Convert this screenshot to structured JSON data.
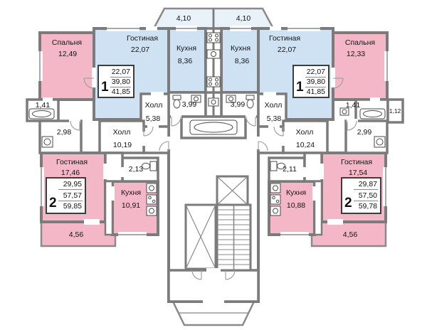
{
  "colors": {
    "wall": "#7b7b7b",
    "apartment_2room_fill": "#f4b7c7",
    "apartment_1room_fill": "#cfe2f3",
    "balcony_fill": "#e9f1f9",
    "common_fill": "#ffffff"
  },
  "balconies": {
    "top_left": "4,10",
    "top_right": "4,10",
    "bottom_left": "4,56",
    "bottom_right": "4,56"
  },
  "left": {
    "bedroom": {
      "name": "Спальня",
      "area": "12,49"
    },
    "living_1": {
      "name": "Гостиная",
      "area": "22,07"
    },
    "kitchen_1": {
      "name": "Кухня",
      "area": "8,36"
    },
    "bathroom_1": {
      "area": "3,99"
    },
    "hall_1": {
      "name": "Холл",
      "area": "5,38"
    },
    "bath_small": {
      "area": "1,41"
    },
    "wc": {
      "area": "2,98"
    },
    "hall_2": {
      "name": "Холл",
      "area": "10,19"
    },
    "living_2": {
      "name": "Гостиная",
      "area": "17,46"
    },
    "wc_2": {
      "area": "2,13"
    },
    "kitchen_2": {
      "name": "Кухня",
      "area": "10,91"
    },
    "apt1": {
      "rooms": "1",
      "living": "22,07",
      "usable": "39,80",
      "total": "41,85"
    },
    "apt2": {
      "rooms": "2",
      "living": "29,95",
      "usable": "57,57",
      "total": "59,85"
    }
  },
  "right": {
    "bedroom": {
      "name": "Спальня",
      "area": "12,33"
    },
    "living_1": {
      "name": "Гостиная",
      "area": "22,07"
    },
    "kitchen_1": {
      "name": "Кухня",
      "area": "8,36"
    },
    "bathroom_1": {
      "area": "3,99"
    },
    "hall_1": {
      "name": "Холл",
      "area": "5,38"
    },
    "bath_small": {
      "area": "1,41"
    },
    "loggia": {
      "area": "1,12"
    },
    "wc": {
      "area": "2,99"
    },
    "hall_2": {
      "name": "Холл",
      "area": "10,24"
    },
    "living_2": {
      "name": "Гостиная",
      "area": "17,54"
    },
    "wc_2": {
      "area": "2,11"
    },
    "kitchen_2": {
      "name": "Кухня",
      "area": "10,88"
    },
    "apt1": {
      "rooms": "1",
      "living": "22,07",
      "usable": "39,80",
      "total": "41,85"
    },
    "apt2": {
      "rooms": "2",
      "living": "29,87",
      "usable": "57,50",
      "total": "59,78"
    }
  }
}
